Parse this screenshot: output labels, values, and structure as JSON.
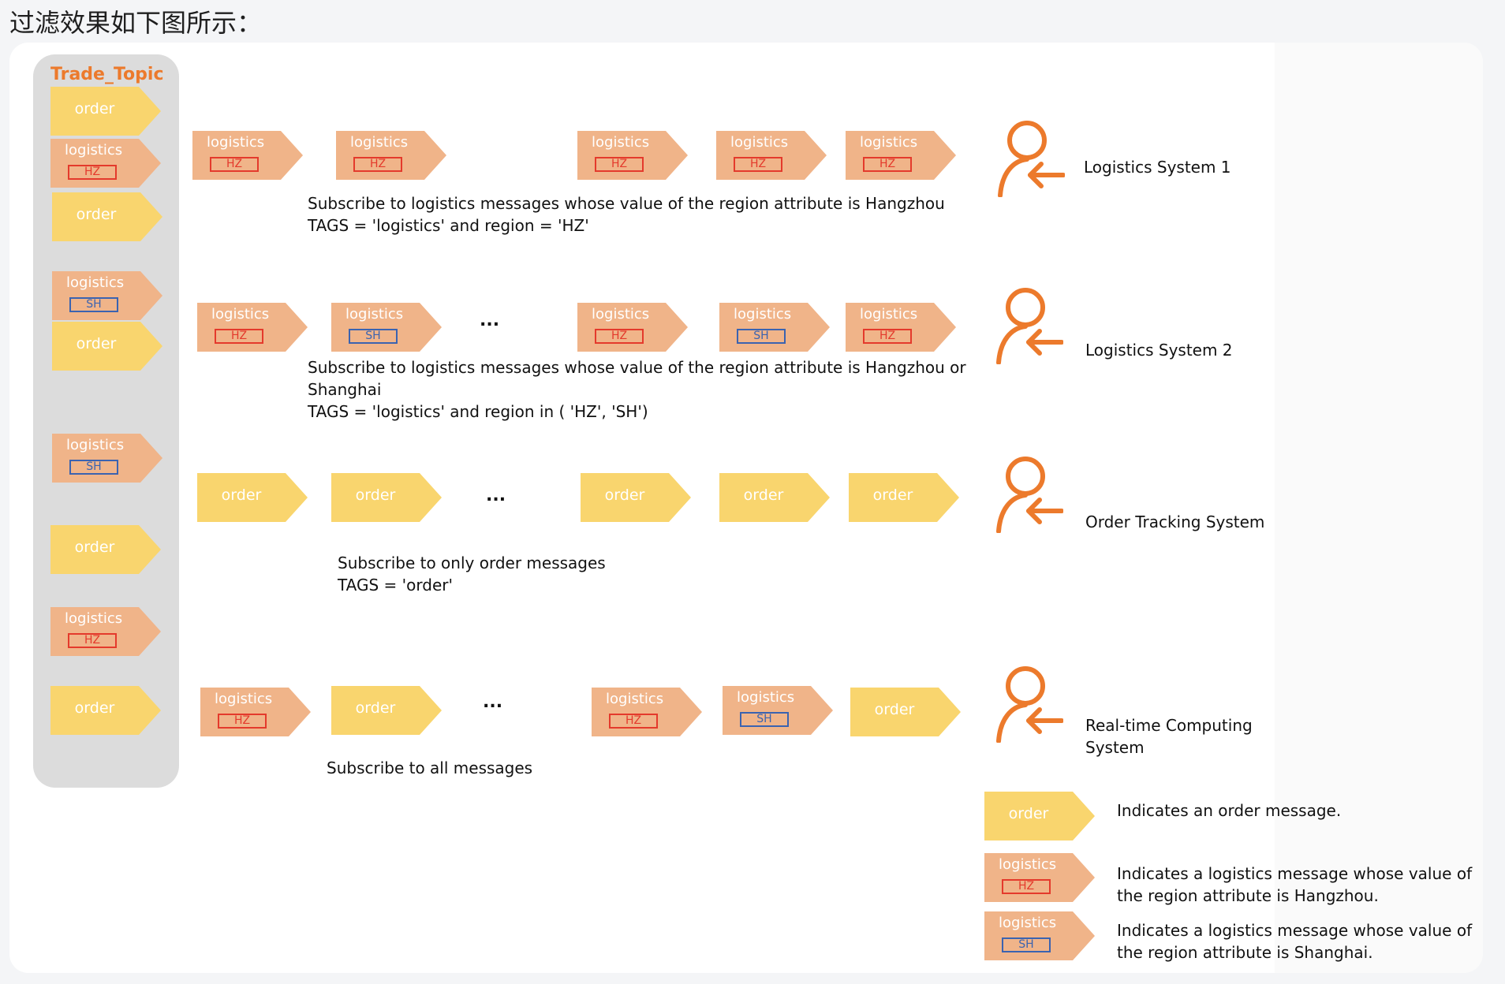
{
  "heading": "过滤效果如下图所示：",
  "topic": {
    "title": "Trade_Topic",
    "ellipsis": "..."
  },
  "labels": {
    "order": "order",
    "logistics": "logistics",
    "hz": "HZ",
    "sh": "SH"
  },
  "rows": [
    {
      "system": "Logistics System 1",
      "description_lines": [
        "Subscribe to logistics messages whose value of the region attribute is Hangzhou",
        "TAGS = 'logistics' and region = 'HZ'"
      ]
    },
    {
      "system": "Logistics System 2",
      "ellipsis": "...",
      "description_lines": [
        "Subscribe to logistics messages whose value of the region attribute is Hangzhou or",
        "Shanghai",
        "TAGS = 'logistics' and region in ( 'HZ', 'SH')"
      ]
    },
    {
      "system": "Order Tracking System",
      "ellipsis": "...",
      "description_lines": [
        "Subscribe to only order messages",
        "TAGS = 'order'"
      ]
    },
    {
      "system_lines": [
        "Real-time Computing",
        "System"
      ],
      "ellipsis": "...",
      "description_lines": [
        "Subscribe to all messages"
      ]
    }
  ],
  "legend": [
    {
      "lines": [
        "Indicates an order message."
      ]
    },
    {
      "lines": [
        "Indicates a logistics message whose value of",
        "the region attribute is Hangzhou."
      ]
    },
    {
      "lines": [
        "Indicates a logistics message whose value of",
        "the region attribute is Shanghai."
      ]
    }
  ],
  "colors": {
    "order": "#f9d56e",
    "logistics": "#f0b489",
    "accent": "#ec7a2c",
    "hz_tag": "#e43a2c",
    "sh_tag": "#3b63b0",
    "topic_bg": "#dcdcdc"
  }
}
